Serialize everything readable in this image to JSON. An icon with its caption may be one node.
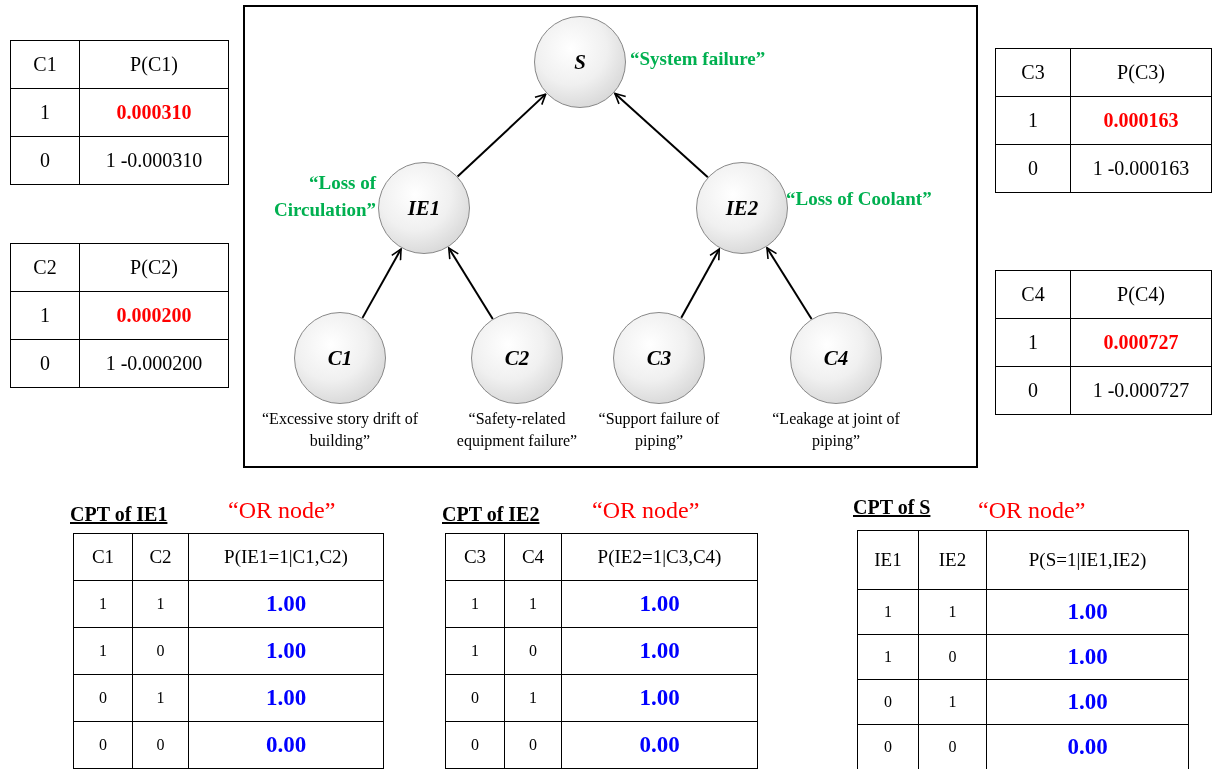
{
  "diagram": {
    "nodes": [
      {
        "text": [
          "S"
        ],
        "beside": [
          "“System failure”"
        ]
      },
      {
        "text": [
          "IE1"
        ],
        "beside": [
          "“Loss of Circulation”"
        ]
      },
      {
        "text": [
          "IE2"
        ],
        "beside": [
          "“Loss of Coolant”"
        ]
      },
      {
        "text": [
          "C1"
        ],
        "beside": [
          "“Excessive story drift of building”"
        ]
      },
      {
        "text": [
          "C2"
        ],
        "beside": [
          "“Safety-related equipment failure”"
        ]
      },
      {
        "text": [
          "C3"
        ],
        "beside": [
          "“Support failure of piping”"
        ]
      },
      {
        "text": [
          "C4"
        ],
        "beside": [
          "“Leakage at joint of piping”"
        ]
      }
    ],
    "edges": [
      {
        "from": 1,
        "to": 0,
        "arrow": "to"
      },
      {
        "from": 2,
        "to": 0,
        "arrow": "to"
      },
      {
        "from": 3,
        "to": 1,
        "arrow": "to"
      },
      {
        "from": 4,
        "to": 1,
        "arrow": "to"
      },
      {
        "from": 5,
        "to": 2,
        "arrow": "to"
      },
      {
        "from": 6,
        "to": 2,
        "arrow": "to"
      }
    ],
    "labels": [
      "C1",
      "P(C1)",
      "1",
      "0.000310",
      "0",
      "1 -0.000310",
      "C3",
      "P(C3)",
      "1",
      "0.000163",
      "0",
      "1 -0.000163",
      "C2",
      "P(C2)",
      "1",
      "0.000200",
      "0",
      "1 -0.000200",
      "C4",
      "P(C4)",
      "1",
      "0.000727",
      "0",
      "1 -0.000727",
      "CPT of IE1",
      "“OR node”",
      "C1",
      "C2",
      "P(IE1=1|C1,C2)",
      "1",
      "1",
      "1.00",
      "1",
      "0",
      "1.00",
      "0",
      "1",
      "1.00",
      "0",
      "0",
      "0.00",
      "CPT of IE2",
      "“OR node”",
      "C3",
      "C4",
      "P(IE2=1|C3,C4)",
      "1",
      "1",
      "1.00",
      "1",
      "0",
      "1.00",
      "0",
      "1",
      "1.00",
      "0",
      "0",
      "0.00",
      "CPT of S",
      "“OR node”",
      "IE1",
      "IE2",
      "P(S=1|IE1,IE2)",
      "1",
      "1",
      "1.00",
      "1",
      "0",
      "1.00",
      "0",
      "1",
      "1.00",
      "0",
      "0",
      "0.00"
    ]
  }
}
